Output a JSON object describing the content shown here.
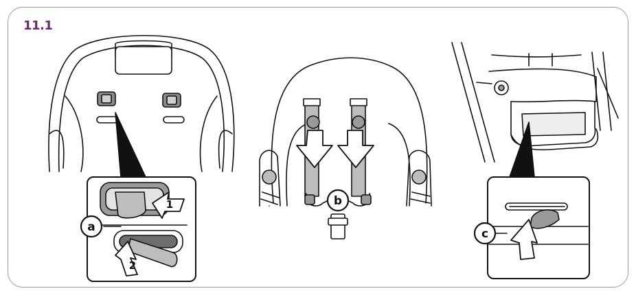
{
  "step": {
    "label": "11.1",
    "color": "#6b2a6b"
  },
  "callouts": {
    "a": "a",
    "b": "b",
    "c": "c",
    "one": "1",
    "two": "2"
  },
  "colors": {
    "line": "#111111",
    "paper": "#ffffff",
    "shade": "#bdbdbd",
    "dark": "#6e6e6e",
    "frame": "#9a9a9a"
  }
}
